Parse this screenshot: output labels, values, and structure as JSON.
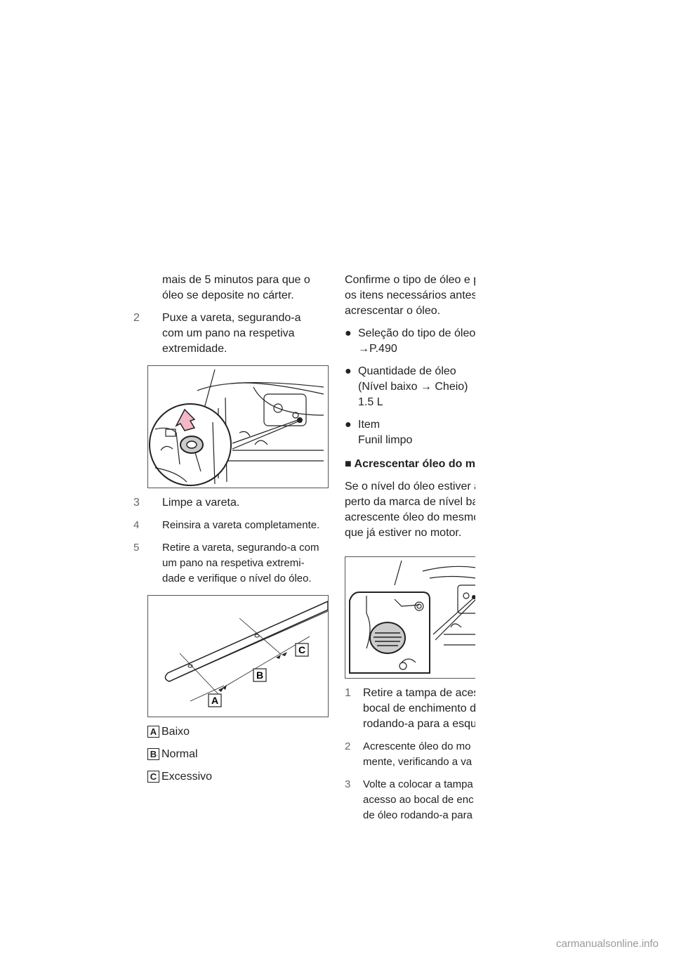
{
  "left_column": {
    "intro_lines": [
      "mais de 5 minutos para que o",
      "óleo se deposite no cárter."
    ],
    "step2": {
      "num": "2",
      "lines": [
        "Puxe a vareta, segurando-a",
        "com um pano na respetiva",
        "extremidade."
      ]
    },
    "step3": {
      "num": "3",
      "text": "Limpe a vareta."
    },
    "step4": {
      "num": "4",
      "text": "Reinsira a vareta completamente."
    },
    "step5": {
      "num": "5",
      "lines": [
        "Retire a vareta, segurando-a com",
        "um pano na respetiva extremi-",
        "dade e verifique o nível do óleo."
      ]
    },
    "dipstick_labels": {
      "a": "A",
      "b": "B",
      "c": "C"
    },
    "legend": [
      {
        "key": "A",
        "label": "Baixo"
      },
      {
        "key": "B",
        "label": "Normal"
      },
      {
        "key": "C",
        "label": "Excessivo"
      }
    ]
  },
  "right_column": {
    "intro_lines": [
      "Confirme o tipo de óleo e p",
      "os itens necessários antes",
      "acrescentar o óleo."
    ],
    "bullets": [
      {
        "lines": [
          "Seleção do tipo de óleo",
          "→P.490"
        ]
      },
      {
        "lines": [
          "Quantidade de óleo",
          "(Nível baixo → Cheio)",
          "1.5 L"
        ]
      },
      {
        "lines": [
          "Item",
          "Funil limpo"
        ]
      }
    ],
    "bullet_symbol": "●",
    "section_marker": "■",
    "section_title": "Acrescentar óleo do m",
    "section_lines": [
      "Se o nível do óleo estiver a",
      "perto da marca de nível ba",
      "acrescente óleo do mesmo",
      "que já estiver no motor."
    ],
    "step1": {
      "num": "1",
      "lines": [
        "Retire a tampa de aces",
        "bocal de enchimento d",
        "rodando-a para a esqu"
      ]
    },
    "step2": {
      "num": "2",
      "lines": [
        "Acrescente óleo do mo",
        "mente, verificando a va"
      ]
    },
    "step3": {
      "num": "3",
      "lines": [
        "Volte a colocar a tampa",
        "acesso ao bocal de enc",
        "de óleo rodando-a para"
      ]
    }
  },
  "footer": {
    "site": "carmanualsonline.info"
  },
  "colors": {
    "arrow_fill": "#f2b8c6",
    "text": "#222222",
    "step_number": "#666666",
    "watermark": "#999999"
  }
}
